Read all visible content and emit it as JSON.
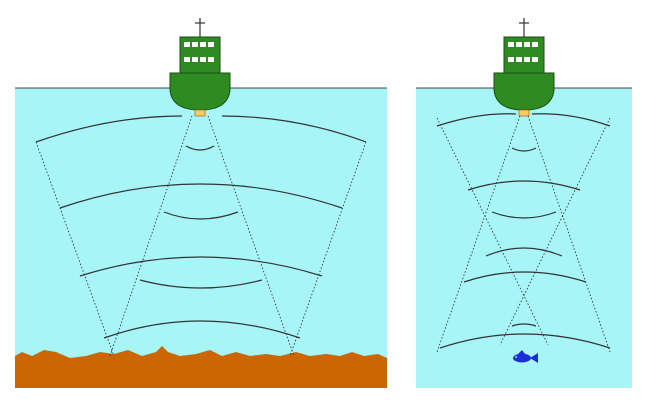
{
  "colors": {
    "page_background": "#ffffff",
    "water": "#a8f5f8",
    "seabed": "#cc6600",
    "hull": "#2e8b22",
    "hull_outline": "#1c4d12",
    "cabin": "#2e8b22",
    "window": "#ffffff",
    "transducer": "#ffc966",
    "wave": "#333333",
    "beam_edge": "#222222",
    "fish": "#1a2fd6",
    "surface_line": "#444444"
  },
  "panels": [
    {
      "id": "left",
      "description_icons": [
        "ship-icon",
        "seabed-floor"
      ],
      "target": "seabed"
    },
    {
      "id": "right",
      "description_icons": [
        "ship-icon",
        "fish-icon"
      ],
      "target": "fish"
    }
  ]
}
